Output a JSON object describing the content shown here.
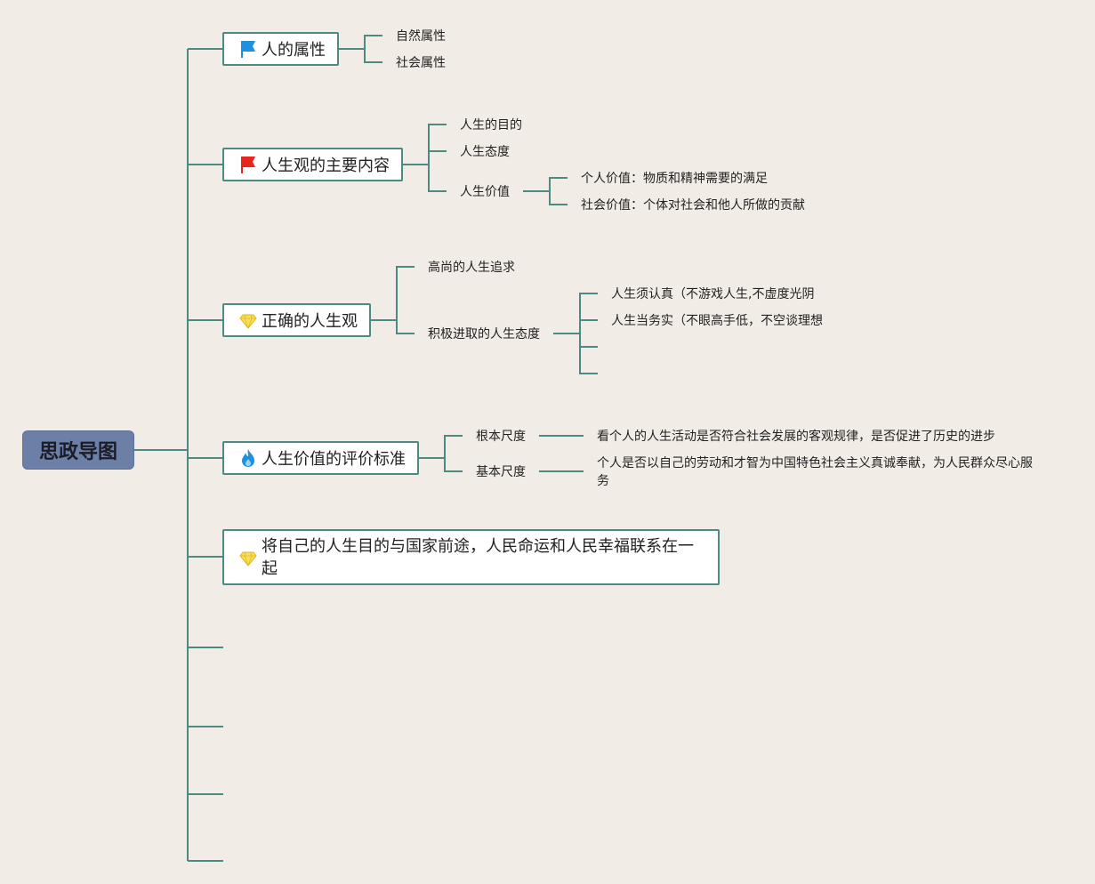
{
  "root": {
    "label": "思政导图"
  },
  "topics": {
    "t1": {
      "label": "人的属性",
      "icon": "blue-flag-icon",
      "color": "#1f8fe0"
    },
    "t2": {
      "label": "人生观的主要内容",
      "icon": "red-flag-icon",
      "color": "#e8261e"
    },
    "t3": {
      "label": "正确的人生观",
      "icon": "gem-icon",
      "color": "#f2d23a"
    },
    "t4": {
      "label": "人生价值的评价标准",
      "icon": "fire-icon",
      "color": "#1f8fe0"
    },
    "t5": {
      "label": "将自己的人生目的与国家前途，人民命运和人民幸福联系在一起",
      "icon": "gem-icon",
      "color": "#f2d23a"
    }
  },
  "subs": {
    "t1_a": "自然属性",
    "t1_b": "社会属性",
    "t2_a": "人生的目的",
    "t2_b": "人生态度",
    "t2_c": "人生价值",
    "t2_c1": "个人价值：物质和精神需要的满足",
    "t2_c2": "社会价值：个体对社会和他人所做的贡献",
    "t3_a": "高尚的人生追求",
    "t3_b": "积极进取的人生态度",
    "t3_b1": "人生须认真（不游戏人生,不虚度光阴",
    "t3_b2": "人生当务实（不眼高手低，不空谈理想",
    "t4_a": "根本尺度",
    "t4_a1": "看个人的人生活动是否符合社会发展的客观规律，是否促进了历史的进步",
    "t4_b": "基本尺度",
    "t4_b1": "个人是否以自己的劳动和才智为中国特色社会主义真诚奉献，为人民群众尽心服务"
  }
}
